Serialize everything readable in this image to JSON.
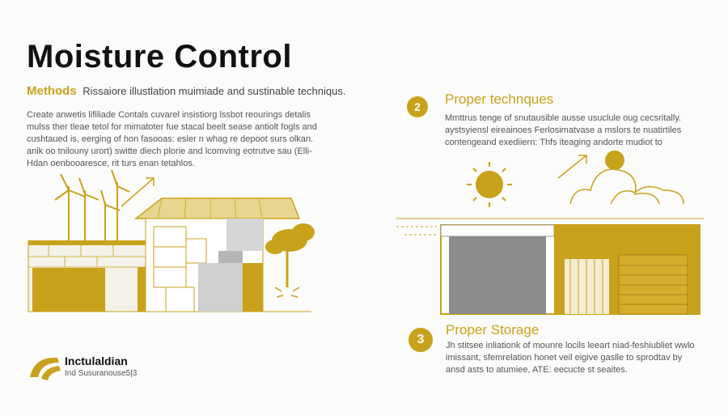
{
  "header": {
    "title": "Moisture Control",
    "subtitle_label": "Methods",
    "subtitle_text": "Rissaiore illustlation muimiade and sustinable techniqus.",
    "paragraph": "Create anwetis lifiliade Contals cuvarel insistiorg lssbot reourings detalis mulss ther tleae tetol for mimatoter fue stacal beelt sease antiolt fogls and cushtaued is, eerging of hon fasooas: esler n whag re depoot surs olkan. anik oo tnilouny urort) switte diech plorie and lcomving eotrutve sau (Elli-Hdan oenbooaresce, rit turs enan tetahlos."
  },
  "sections": [
    {
      "number": "2",
      "heading": "Proper technques",
      "text": "Mmttrus tenge of snutausible ausse usuclule oug cecsritally. aystsyiensl eireainoes Ferlosimatvase a mslors te nuatirtiles contengeand exediiern: Thfs iteaging andorte mudiot to"
    },
    {
      "number": "3",
      "heading": "Proper Storage",
      "text": "Jh stitsee inliationk of mounre locils leeart niad-feshiubliet wwlo imissant, sfemrelation honet veil eigive gaslle to sprodtav by ansd asts to atumiee, ATE: eecucte st seaites."
    }
  ],
  "brand": {
    "name": "Inctulaldian",
    "tagline": "Ind Susuranouse5|3"
  },
  "colors": {
    "accent": "#c9a21c",
    "gray": "#8c8c8c",
    "light_gray": "#cfcfcf",
    "text": "#111111"
  }
}
